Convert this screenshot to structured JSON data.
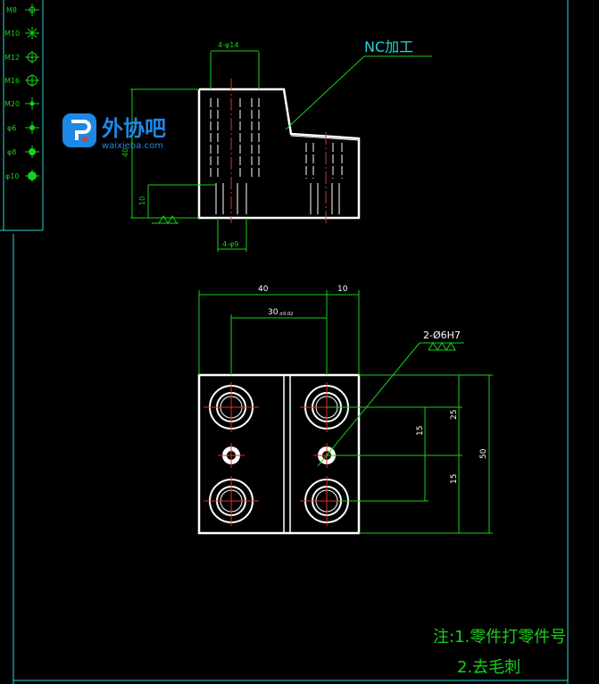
{
  "symbol_panel": {
    "items": [
      {
        "label": "M8",
        "icon": "thread-m8-icon"
      },
      {
        "label": "M10",
        "icon": "thread-m10-icon"
      },
      {
        "label": "M12",
        "icon": "thread-m12-icon"
      },
      {
        "label": "M16",
        "icon": "thread-m16-icon"
      },
      {
        "label": "M20",
        "icon": "thread-m20-icon"
      },
      {
        "label": "φ6",
        "icon": "hole-6-icon"
      },
      {
        "label": "φ8",
        "icon": "hole-8-icon"
      },
      {
        "label": "φ10",
        "icon": "hole-10-icon"
      }
    ]
  },
  "watermark": {
    "brand": "外协吧",
    "url": "waixieba.com"
  },
  "front_view": {
    "dim_top": "4-φ14",
    "dim_bottom": "4-φ9",
    "dim_height": "40",
    "dim_small": "10",
    "nc_note": "NC加工"
  },
  "top_view": {
    "dim_40": "40",
    "dim_10": "10",
    "dim_30": "30",
    "dim_30_tol": "±0.02",
    "hole_note": "2-Ø6H7",
    "dim_25": "25",
    "dim_15a": "15",
    "dim_15b": "15",
    "dim_50": "50"
  },
  "notes": {
    "line1": "注:1.零件打零件号",
    "line2": "2.去毛刺"
  },
  "colors": {
    "background": "#000000",
    "frame": "#2fd3d3",
    "dimension": "#19d119",
    "outline": "#ffffff",
    "centerline": "#e03030"
  }
}
